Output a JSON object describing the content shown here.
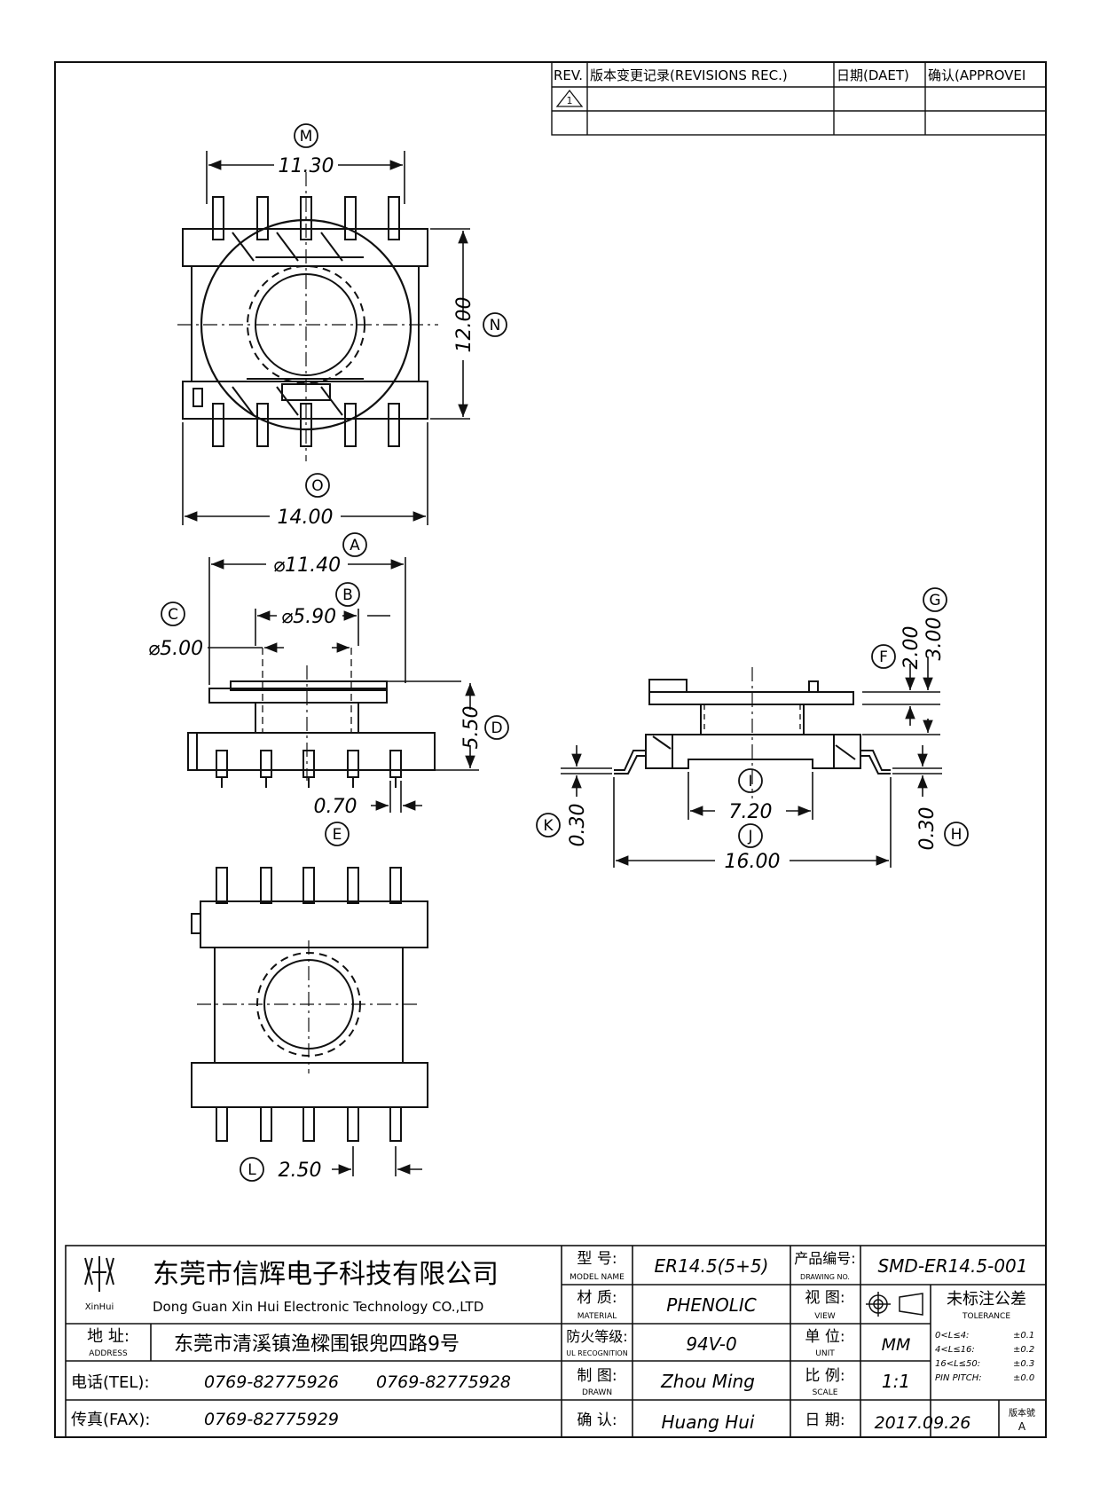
{
  "revision_block": {
    "col_rev": "REV.",
    "col_record": "版本变更记录(REVISIONS REC.)",
    "col_date": "日期(DAET)",
    "col_approve": "确认(APPROVEI"
  },
  "dimensions": {
    "top_width": "11.30",
    "top_height": "12.00",
    "top_base": "14.00",
    "dia_a": "⌀11.40",
    "dia_b": "⌀5.90",
    "dia_c": "⌀5.00",
    "height_d": "5.50",
    "pin_width": "0.70",
    "pin_pitch": "2.50",
    "side_f": "2.00",
    "side_g": "3.00",
    "side_i": "7.20",
    "side_j": "16.00",
    "side_k": "0.30",
    "side_h": "0.30"
  },
  "callouts": [
    "M",
    "N",
    "O",
    "A",
    "B",
    "C",
    "D",
    "E",
    "F",
    "G",
    "I",
    "J",
    "K",
    "H",
    "L"
  ],
  "title_block": {
    "logo_text": "XinHui",
    "company_cn": "东莞市信辉电子科技有限公司",
    "company_en": "Dong Guan Xin Hui Electronic Technology CO.,LTD",
    "address_label_cn": "地 址:",
    "address_label_en": "ADDRESS",
    "address": "东莞市清溪镇渔樑围银兜四路9号",
    "tel_label": "电话(TEL):",
    "tel_1": "0769-82775926",
    "tel_2": "0769-82775928",
    "fax_label": "传真(FAX):",
    "fax": "0769-82775929",
    "model_label_cn": "型 号:",
    "model_label_en": "MODEL NAME",
    "model": "ER14.5(5+5)",
    "material_label_cn": "材 质:",
    "material_label_en": "MATERIAL",
    "material": "PHENOLIC",
    "fire_label_cn": "防火等级:",
    "fire_label_en": "UL RECOGNITION",
    "fire_rating": "94V-0",
    "drawn_label_cn": "制 图:",
    "drawn_label_en": "DRAWN",
    "drawn_by": "Zhou Ming",
    "confirm_label_cn": "确 认:",
    "confirmed_by": "Huang Hui",
    "drawing_no_label_cn": "产品编号:",
    "drawing_no_label_en": "DRAWING NO.",
    "drawing_no": "SMD-ER14.5-001",
    "view_label_cn": "视 图:",
    "view_label_en": "VIEW",
    "unit_label_cn": "单 位:",
    "unit_label_en": "UNIT",
    "unit": "MM",
    "scale_label_cn": "比 例:",
    "scale_label_en": "SCALE",
    "scale": "1:1",
    "date_label_cn": "日 期:",
    "date": "2017.09.26",
    "tolerance_title_cn": "未标注公差",
    "tolerance_title_en": "TOLERANCE",
    "tolerance_rows": [
      {
        "range": "0<L≤4:",
        "value": "±0.1"
      },
      {
        "range": "4<L≤16:",
        "value": "±0.2"
      },
      {
        "range": "16<L≤50:",
        "value": "±0.3"
      },
      {
        "range": "PIN PITCH:",
        "value": "±0.0"
      }
    ],
    "version_label": "版本號",
    "version": "A"
  }
}
